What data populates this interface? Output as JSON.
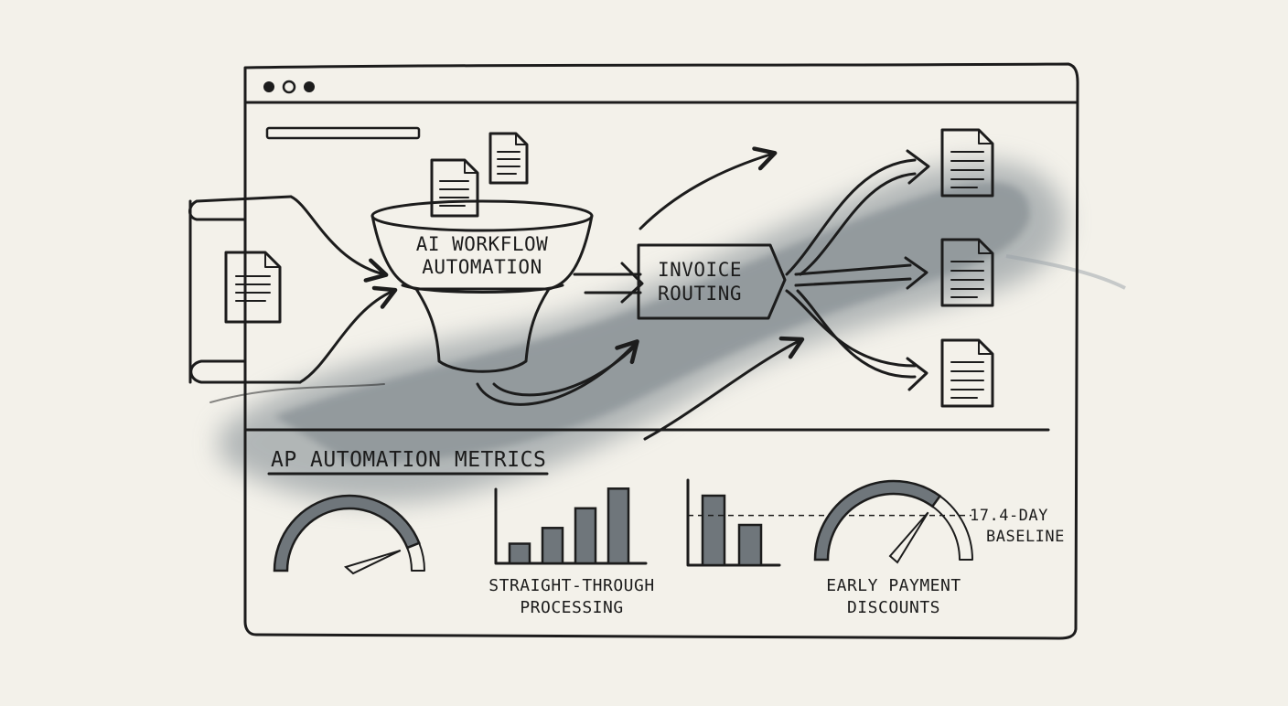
{
  "funnel": {
    "line1": "AI WORKFLOW",
    "line2": "AUTOMATION"
  },
  "routing": {
    "line1": "INVOICE",
    "line2": "ROUTING"
  },
  "metrics": {
    "heading": "AP AUTOMATION METRICS",
    "stp": {
      "line1": "STRAIGHT-THROUGH",
      "line2": "PROCESSING",
      "bar_values": [
        0.25,
        0.45,
        0.7,
        0.95
      ]
    },
    "cycle": {
      "bar_values": [
        0.95,
        0.55
      ],
      "baseline_level": 0.68,
      "baseline_line1": "17.4-DAY",
      "baseline_line2": "BASELINE"
    },
    "gauge_left": {
      "level": 0.88
    },
    "gauge_right": {
      "level": 0.7,
      "line1": "EARLY PAYMENT",
      "line2": "DISCOUNTS"
    }
  },
  "colors": {
    "ink": "#1c1c1c",
    "wash": "#7c868d",
    "paper": "#f3f1ea",
    "fill": "#6f767b"
  },
  "icons": [
    "window-dot-icon",
    "document-icon",
    "arrow-icon"
  ]
}
